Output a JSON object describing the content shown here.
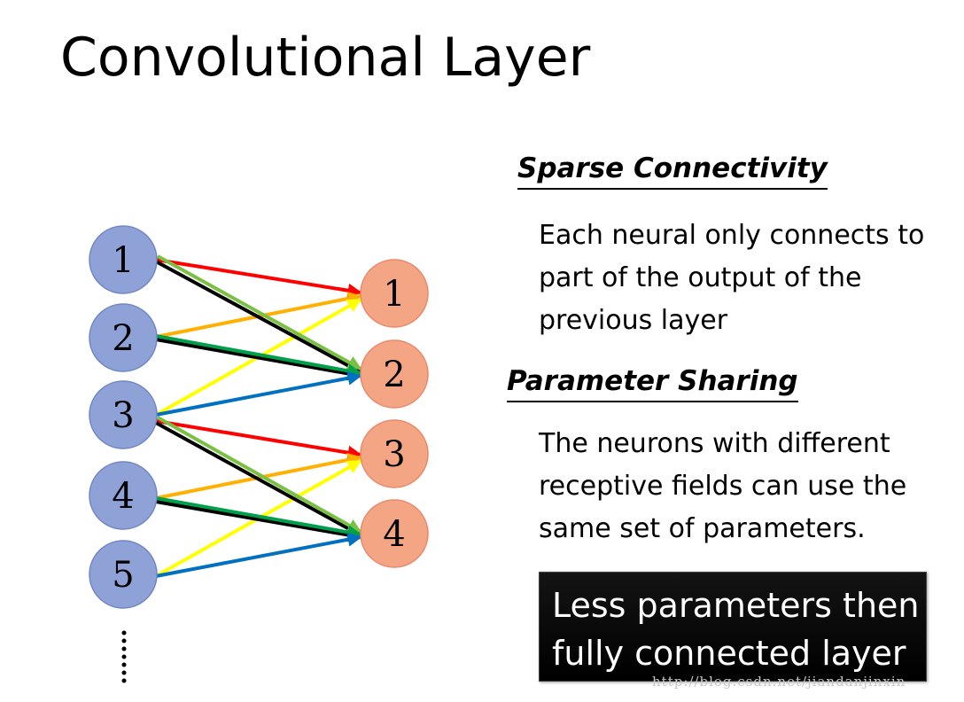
{
  "title": "Convolutional Layer",
  "diagram": {
    "input_nodes": [
      "1",
      "2",
      "3",
      "4",
      "5"
    ],
    "output_nodes": [
      "1",
      "2",
      "3",
      "4"
    ],
    "input_color": "#8fa2d8",
    "output_color": "#f4a584",
    "edge_colors": {
      "red": "#ff0000",
      "black": "#000000",
      "lightgreen": "#7ac143",
      "orange": "#ffb000",
      "green": "#00a04a",
      "yellow": "#ffff00",
      "blue": "#0070c0"
    }
  },
  "sparse": {
    "heading": "Sparse Connectivity",
    "lines": [
      "Each neural only connects to",
      "part of the output of the",
      "previous layer"
    ]
  },
  "sharing": {
    "heading": "Parameter Sharing",
    "lines": [
      "The neurons with different",
      "receptive fields can use the",
      "same set of parameters."
    ]
  },
  "callout": {
    "lines": [
      "Less parameters then",
      "fully connected layer"
    ]
  },
  "watermark": "http://blog.csdn.net/jiandanjinxin"
}
